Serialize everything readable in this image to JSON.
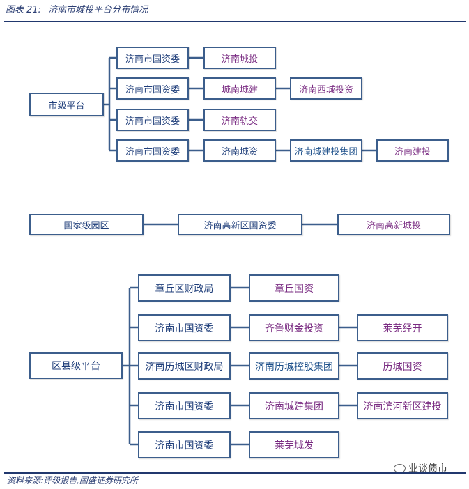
{
  "header": {
    "label": "图表 21:",
    "title": "济南市城投平台分布情况"
  },
  "footer": {
    "source": "资料来源:评级报告,国盛证券研究所",
    "watermark": "业谈债市"
  },
  "sections": {
    "city": {
      "root": "市级平台",
      "rows": [
        [
          "济南市国资委",
          "济南城投"
        ],
        [
          "济南市国资委",
          "城南城建",
          "济南西城投资"
        ],
        [
          "济南市国资委",
          "济南轨交"
        ],
        [
          "济南市国资委",
          "济南城资",
          "济南城建投集团",
          "济南建投"
        ]
      ]
    },
    "park": {
      "chain": [
        "国家级园区",
        "济南高新区国资委",
        "济南高新城投"
      ]
    },
    "county": {
      "root": "区县级平台",
      "rows": [
        [
          "章丘区财政局",
          "章丘国资"
        ],
        [
          "济南市国资委",
          "齐鲁财金投资",
          "莱芜经开"
        ],
        [
          "济南历城区财政局",
          "济南历城控股集团",
          "历城国资"
        ],
        [
          "济南市国资委",
          "济南城建集团",
          "济南滨河新区建投"
        ],
        [
          "济南市国资委",
          "莱芜城发"
        ]
      ]
    }
  },
  "colors": {
    "border": "#3c5e8c",
    "line": "#3c5e8c",
    "navy": "#1f3e7a",
    "purple": "#7a2c82",
    "teal": "#1c4f8a"
  }
}
